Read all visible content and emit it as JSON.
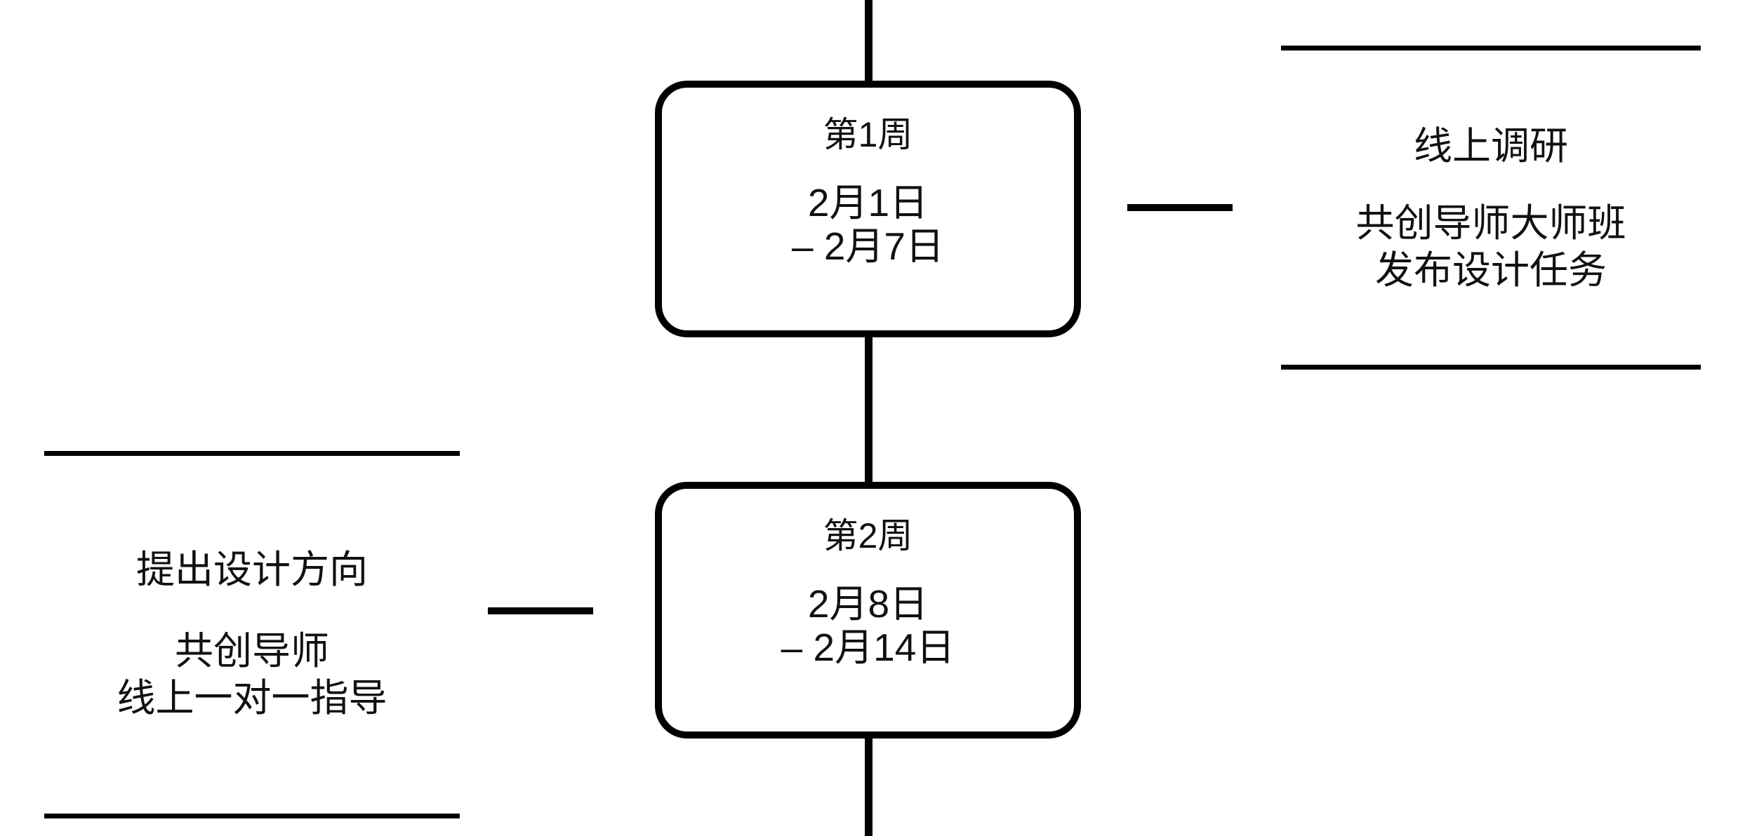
{
  "diagram": {
    "type": "vertical-timeline",
    "orientation": "vertical",
    "background_color": "#ffffff",
    "line_color": "#000000",
    "text_color": "#111111"
  },
  "timeline": {
    "spine_label": "timeline-spine",
    "milestones": [
      {
        "id": "week-1",
        "title": "第1周",
        "date_start": "2月1日",
        "date_end": "– 2月7日",
        "annotation_side": "right",
        "annotation": {
          "heading": "线上调研",
          "detail_lines": [
            "共创导师大师班",
            "发布设计任务"
          ]
        }
      },
      {
        "id": "week-2",
        "title": "第2周",
        "date_start": "2月8日",
        "date_end": "– 2月14日",
        "annotation_side": "left",
        "annotation": {
          "heading": "提出设计方向",
          "detail_lines": [
            "共创导师",
            "线上一对一指导"
          ]
        }
      }
    ]
  }
}
